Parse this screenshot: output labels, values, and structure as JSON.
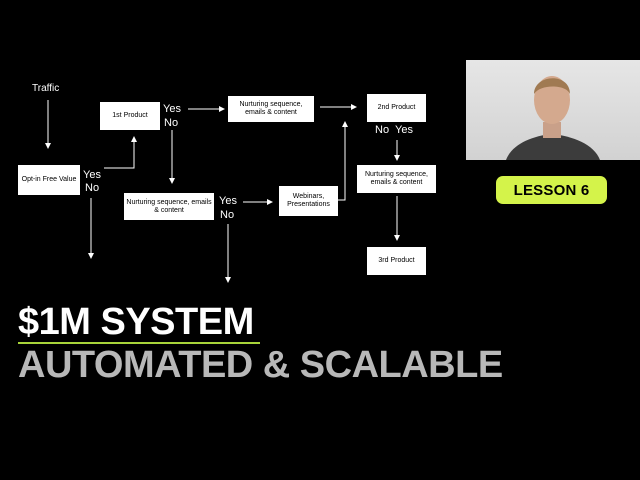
{
  "diagram": {
    "traffic_label": "Traffic",
    "nodes": {
      "optin": "Opt-in Free Value",
      "first_product": "1st Product",
      "nurture_top": "Nurturing sequence, emails & content",
      "second_product": "2nd Product",
      "nurture_mid": "Nurturing sequence, emails & content",
      "webinars": "Webinars, Presentations",
      "nurture_right": "Nurturing sequence, emails & content",
      "third_product": "3rd Product"
    },
    "branch_labels": {
      "optin_yes": "Yes",
      "optin_no": "No",
      "first_yes": "Yes",
      "first_no": "No",
      "mid_yes": "Yes",
      "mid_no": "No",
      "second_no": "No",
      "second_yes": "Yes"
    }
  },
  "badge": {
    "label": "LESSON 6",
    "color": "#d4f34a"
  },
  "headline": {
    "line1": "$1M SYSTEM",
    "line2": "AUTOMATED & SCALABLE",
    "accent": "#a8d43a"
  }
}
